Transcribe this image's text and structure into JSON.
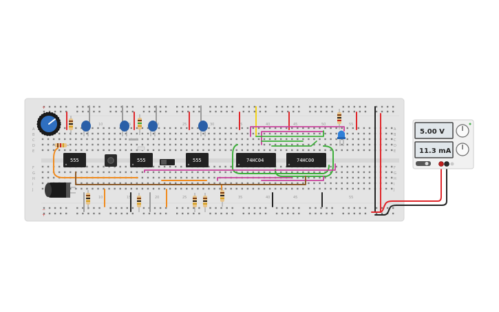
{
  "breadboard": {
    "row_letters": [
      "A",
      "B",
      "C",
      "D",
      "E",
      "F",
      "G",
      "H",
      "I",
      "J"
    ],
    "column_numbers": [
      "10",
      "15",
      "20",
      "25",
      "30",
      "35",
      "40",
      "45",
      "50",
      "55"
    ]
  },
  "chips": [
    {
      "id": "chip-555-a",
      "label": "555"
    },
    {
      "id": "chip-555-b",
      "label": "555"
    },
    {
      "id": "chip-555-c",
      "label": "555"
    },
    {
      "id": "chip-74hc04",
      "label": "74HC04"
    },
    {
      "id": "chip-74hc00",
      "label": "74HC00"
    }
  ],
  "power_supply": {
    "voltage": "5.00 V",
    "current": "11.3 mA"
  },
  "colors": {
    "board": "#e4e4e4",
    "chip": "#222222",
    "wire_red": "#e0262a",
    "wire_black": "#222222",
    "wire_green": "#3dae3a",
    "wire_magenta": "#c8409a",
    "wire_orange": "#f08a1c",
    "wire_yellow": "#f2d21b",
    "wire_brown": "#8a5a2a",
    "capacitor_blue": "#2a5fa8",
    "led_blue": "#2f7fd8"
  }
}
